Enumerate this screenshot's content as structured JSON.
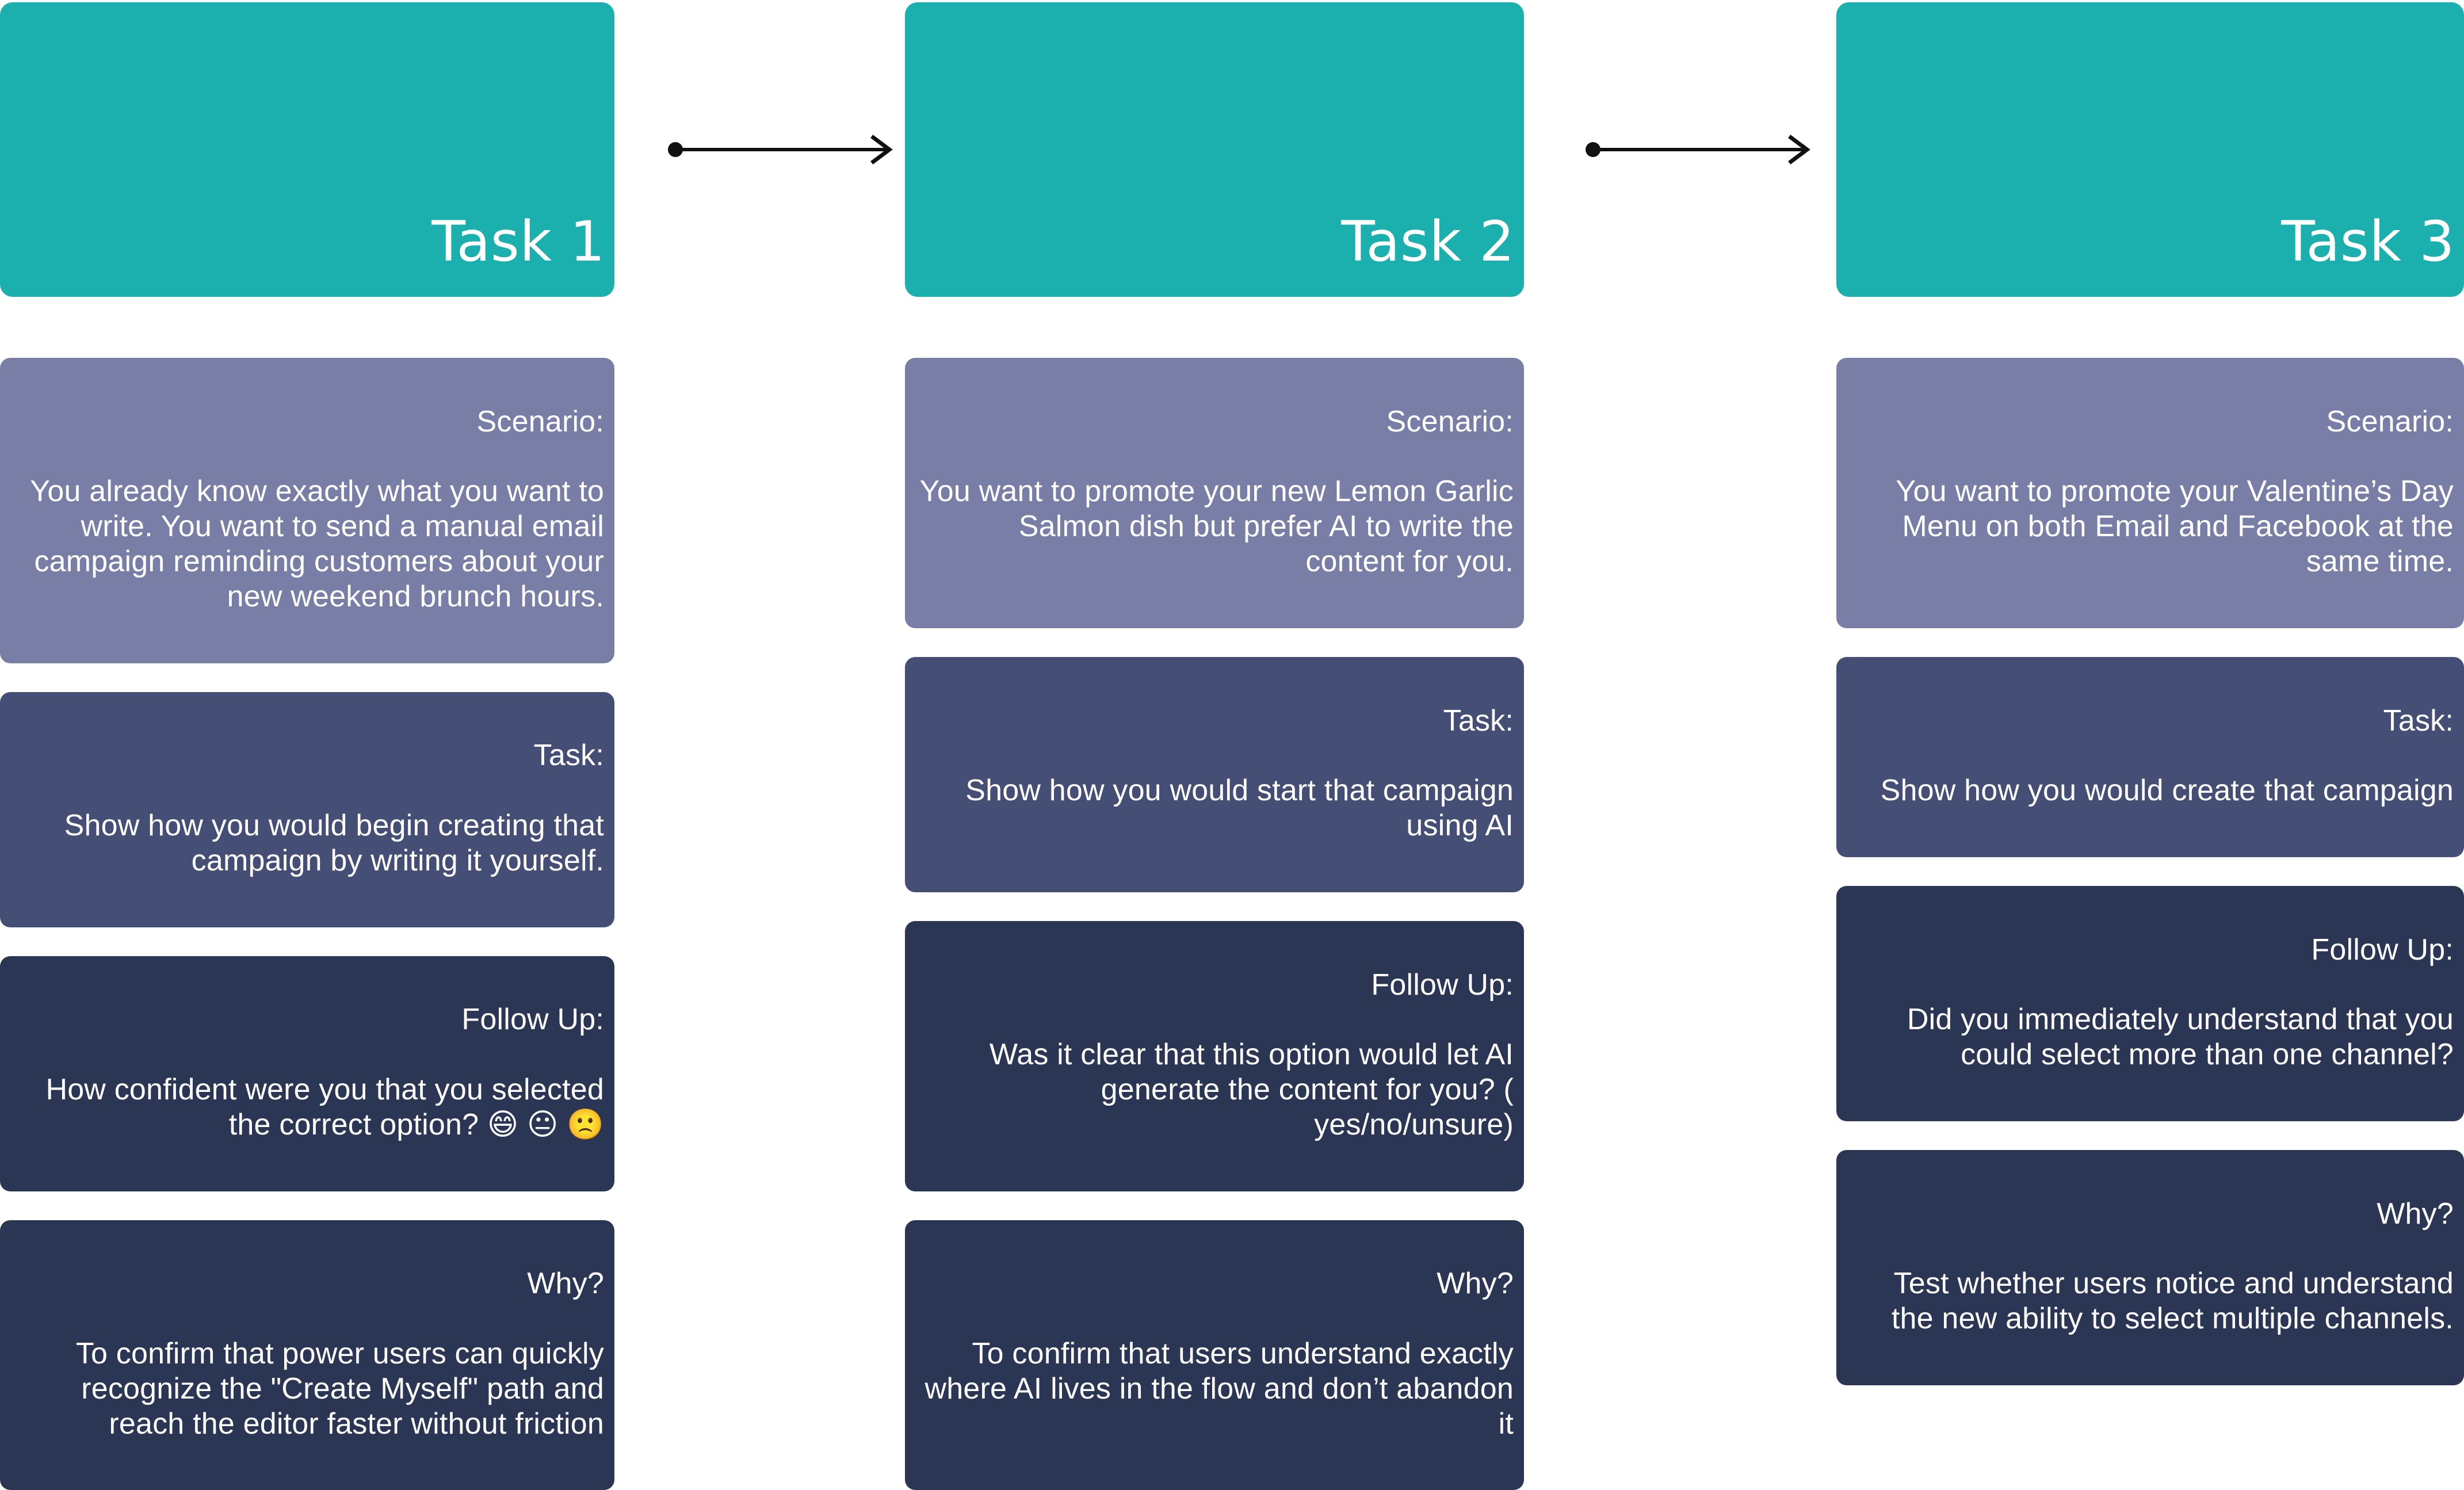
{
  "theme": {
    "background": "#ffffff",
    "header_teal": "#1BAFAE",
    "scenario_purple": "#787EA6",
    "task_navy": "#454E74",
    "deep_navy": "#2A3653",
    "text_white": "#ffffff",
    "arrow_black": "#111111"
  },
  "columns": [
    {
      "header": "Task 1",
      "cards": [
        {
          "type": "scenario",
          "label": "Scenario:",
          "body": "You already know exactly what you want to write. You want to send a manual email campaign reminding customers about your new weekend brunch hours."
        },
        {
          "type": "task",
          "label": "Task:",
          "body": "Show how you would begin creating that campaign by writing it yourself."
        },
        {
          "type": "followup",
          "label": "Follow Up:",
          "body": "How confident were you that you selected the correct option? 😄 😐 🙁"
        },
        {
          "type": "why",
          "label": "Why?",
          "body": "To confirm that power users can quickly recognize the \"Create Myself\" path and reach the editor faster without friction"
        }
      ]
    },
    {
      "header": "Task 2",
      "cards": [
        {
          "type": "scenario",
          "label": "Scenario:",
          "body": "You want to promote your new Lemon Garlic Salmon dish but prefer AI to write the content for you."
        },
        {
          "type": "task",
          "label": "Task:",
          "body": "Show how you would start that campaign using AI"
        },
        {
          "type": "followup",
          "label": "Follow Up:",
          "body": "Was it clear that this option would let AI generate the content for you? ( yes/no/unsure)"
        },
        {
          "type": "why",
          "label": "Why?",
          "body": "To confirm that users understand exactly where AI lives in the flow and don’t abandon it"
        }
      ]
    },
    {
      "header": "Task 3",
      "cards": [
        {
          "type": "scenario",
          "label": "Scenario:",
          "body": "You want to promote your Valentine’s Day Menu on both Email and Facebook at the same time."
        },
        {
          "type": "task",
          "label": "Task:",
          "body": "Show how you would create that campaign"
        },
        {
          "type": "followup",
          "label": "Follow Up:",
          "body": "Did you immediately understand that you could select more than one channel?"
        },
        {
          "type": "why",
          "label": "Why?",
          "body": "Test whether users notice and understand the new ability to select multiple channels."
        }
      ]
    }
  ],
  "connectors": [
    {
      "name": "task-1-to-task-2",
      "direction": "right"
    },
    {
      "name": "task-2-to-task-3",
      "direction": "right"
    }
  ]
}
